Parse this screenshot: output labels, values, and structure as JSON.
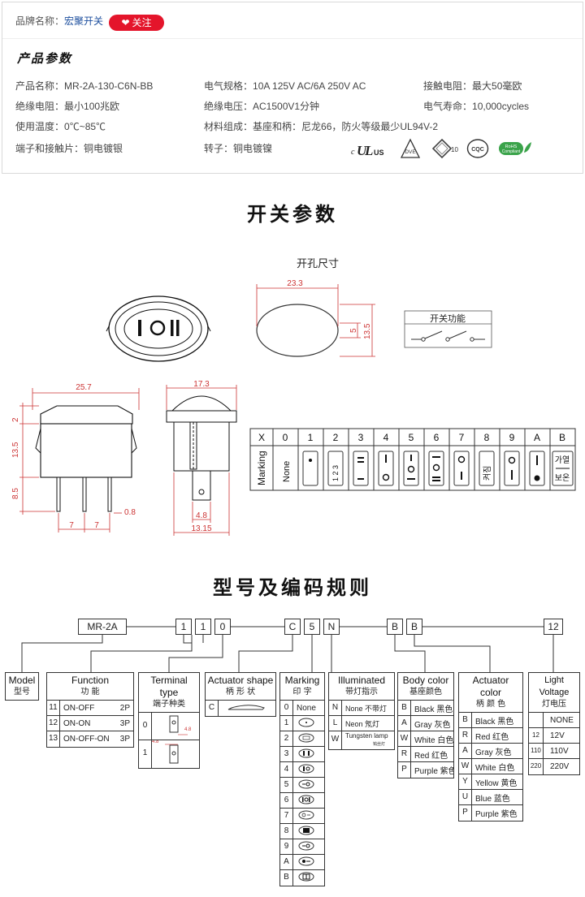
{
  "brand": {
    "label": "品牌名称：",
    "value": "宏聚开关",
    "follow": "关注"
  },
  "params_title": "产品参数",
  "params": [
    {
      "label": "产品名称：",
      "value": "MR-2A-130-C6N-BB"
    },
    {
      "label": "电气规格：",
      "value": "10A  125V  AC/6A 250V  AC"
    },
    {
      "label": "接触电阻：",
      "value": "最大50毫欧"
    },
    {
      "label": "绝缘电阻：",
      "value": "最小100兆欧"
    },
    {
      "label": "绝缘电压：",
      "value": "AC1500V1分钟"
    },
    {
      "label": "电气寿命：",
      "value": "10,000cycles"
    },
    {
      "label": "使用温度：",
      "value": "0℃~85℃"
    },
    {
      "label": "材料组成：",
      "value": "基座和柄：尼龙66，防火等级最少UL94V-2"
    },
    {
      "label": "端子和接触片：",
      "value": "铜电镀银"
    },
    {
      "label": "转子：",
      "value": "铜电镀镍"
    }
  ],
  "certs": [
    "cULus-icon",
    "vde-icon",
    "enec-icon",
    "cqc-icon",
    "rohs-icon"
  ],
  "cert_text": {
    "us": "US",
    "c": "c",
    "cqc": "CQC",
    "enec": "10",
    "rohs_top": "RoHS",
    "rohs_bottom": "Compliant"
  },
  "switch_params_title": "开关参数",
  "drawing": {
    "cutout_title": "开孔尺寸",
    "cutout_w": "23.3",
    "cutout_h1": "5",
    "cutout_h2": "13.5",
    "func_title": "开关功能",
    "rocker_symbol": "I O II",
    "side_w": "25.7",
    "side_h1": "2",
    "side_h2": "13.5",
    "side_h3": "8.5",
    "side_p1": "7",
    "side_p2": "7",
    "side_t": "0.8",
    "front_w": "17.3",
    "front_t": "4.8",
    "front_b": "13.15"
  },
  "marking_table": {
    "x_label": "X",
    "row_label": "Marking",
    "cols": [
      "0",
      "1",
      "2",
      "3",
      "4",
      "5",
      "6",
      "7",
      "8",
      "9",
      "A",
      "B"
    ],
    "none_text": "None",
    "m2_text": "1 2 3",
    "korean_8": "켜짐",
    "korean_b_top": "가열",
    "korean_b_bottom": "보온"
  },
  "coding_title": "型号及编码规则",
  "code_boxes": [
    "MR-2A",
    "1",
    "1",
    "0",
    "C",
    "5",
    "N",
    "B",
    "B",
    "12"
  ],
  "tables": {
    "model": {
      "en": "Model",
      "cn": "型号"
    },
    "function": {
      "en": "Function",
      "cn": "功  能",
      "rows": [
        [
          "11",
          "ON-OFF",
          "2P"
        ],
        [
          "12",
          "ON-ON",
          "3P"
        ],
        [
          "13",
          "ON-OFF-ON",
          "3P"
        ]
      ]
    },
    "terminal": {
      "en": "Terminal type",
      "cn": "端子种类",
      "rows": [
        "0",
        "1"
      ],
      "dim": "4.8"
    },
    "actuator_shape": {
      "en": "Actuator shape",
      "cn": "柄  形  状",
      "rows": [
        "C"
      ]
    },
    "marking": {
      "en": "Marking",
      "cn": "印    字",
      "rows": [
        "0",
        "1",
        "2",
        "3",
        "4",
        "5",
        "6",
        "7",
        "8",
        "9",
        "A",
        "B"
      ],
      "none": "None"
    },
    "illuminated": {
      "en": "Illuminated",
      "cn": "带灯指示",
      "rows": [
        [
          "N",
          "None 不带灯"
        ],
        [
          "L",
          "Neon  氖灯"
        ],
        [
          "W",
          "Tungsten lamp"
        ]
      ],
      "w_sub": "钨丝灯"
    },
    "body_color": {
      "en": "Body color",
      "cn": "基座颜色",
      "rows": [
        [
          "B",
          "Black 黑色"
        ],
        [
          "A",
          "Gray 灰色"
        ],
        [
          "W",
          "White 白色"
        ],
        [
          "R",
          "Red 红色"
        ],
        [
          "P",
          "Purple  紫色"
        ]
      ]
    },
    "actuator_color": {
      "en": "Actuator color",
      "cn": "柄  颜  色",
      "rows": [
        [
          "B",
          "Black 黑色"
        ],
        [
          "R",
          "Red  红色"
        ],
        [
          "A",
          "Gray 灰色"
        ],
        [
          "W",
          "White 白色"
        ],
        [
          "Y",
          "Yellow 黄色"
        ],
        [
          "U",
          "Blue  蓝色"
        ],
        [
          "P",
          "Purple  紫色"
        ]
      ]
    },
    "light_voltage": {
      "en": "Light Voltage",
      "cn": "灯电压",
      "rows": [
        [
          "",
          "NONE"
        ],
        [
          "12",
          "12V"
        ],
        [
          "110",
          "110V"
        ],
        [
          "220",
          "220V"
        ]
      ]
    }
  }
}
